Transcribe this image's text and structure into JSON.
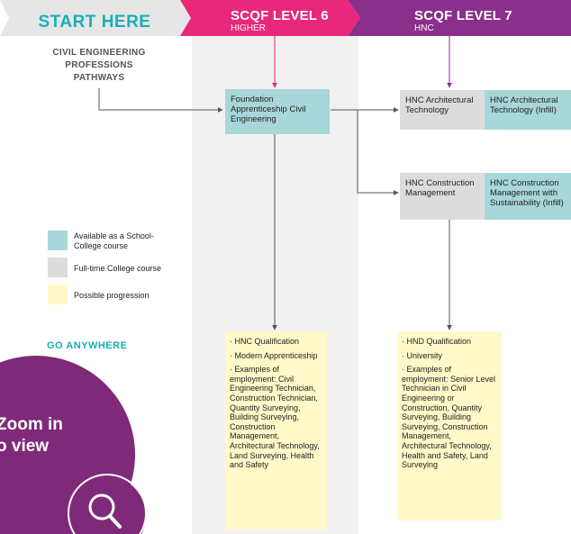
{
  "header": {
    "start_label": "START HERE",
    "level6_title": "SCQF LEVEL 6",
    "level6_sub": "HIGHER",
    "level7_title": "SCQF LEVEL 7",
    "level7_sub": "HNC"
  },
  "pathways_title": "CIVIL ENGINEERING PROFESSIONS PATHWAYS",
  "boxes": {
    "foundation": "Foundation Apprenticeship Civil Engineering",
    "hnc_arch": "HNC Architectural Technology",
    "hnc_arch_infill": "HNC Architectural Technology (Infill)",
    "hnc_cm": "HNC Construction Management",
    "hnc_cm_infill": "HNC Construction Management with Sustainability (Infill)"
  },
  "legend": {
    "school_college": "Available as a School-College course",
    "full_time": "Full-time College course",
    "progression": "Possible progression"
  },
  "go_anywhere": "GO ANYWHERE",
  "progression_left": {
    "item1": "· HNC Qualification",
    "item2": "· Modern Apprenticeship",
    "item3": "· Examples of employment: Civil Engineering Technician, Construction Technician, Quantity Surveying, Building Surveying, Construction Management, Architectural Technology, Land Surveying, Health and Safety"
  },
  "progression_right": {
    "item1": "· HND Qualification",
    "item2": "· University",
    "item3": "· Examples of employment: Senior Level Technician in Civil Engineering or Construction, Quantity Surveying, Building Surveying, Construction Management, Architectural Technology, Health and Safety, Land Surveying"
  },
  "zoom": {
    "line1": "Zoom in",
    "line2": "o view"
  },
  "icons": {
    "zoom": "magnifier-icon"
  },
  "colors": {
    "teal": "#17b0b5",
    "level6": "#e8287a",
    "level7": "#8a2f8c",
    "zoom_bg": "#7f2a78"
  }
}
